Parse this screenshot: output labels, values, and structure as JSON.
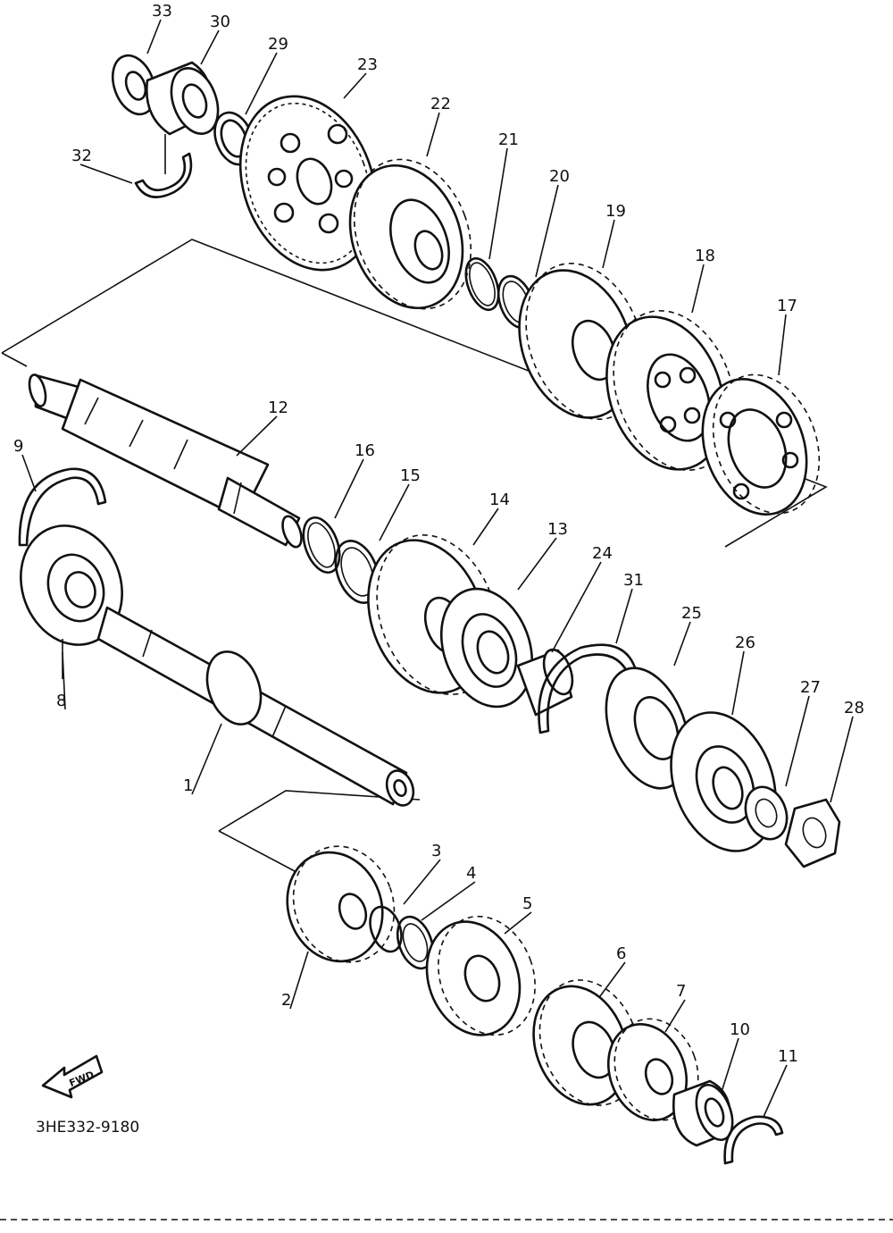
{
  "diagram": {
    "drawing_code": "3HE332-9180",
    "direction_badge": "FWD",
    "parts": [
      {
        "label": "33"
      },
      {
        "label": "30"
      },
      {
        "label": "29"
      },
      {
        "label": "23"
      },
      {
        "label": "22"
      },
      {
        "label": "32"
      },
      {
        "label": "21"
      },
      {
        "label": "20"
      },
      {
        "label": "19"
      },
      {
        "label": "18"
      },
      {
        "label": "17"
      },
      {
        "label": "12"
      },
      {
        "label": "9"
      },
      {
        "label": "16"
      },
      {
        "label": "15"
      },
      {
        "label": "14"
      },
      {
        "label": "13"
      },
      {
        "label": "24"
      },
      {
        "label": "31"
      },
      {
        "label": "25"
      },
      {
        "label": "26"
      },
      {
        "label": "27"
      },
      {
        "label": "28"
      },
      {
        "label": "8"
      },
      {
        "label": "1"
      },
      {
        "label": "3"
      },
      {
        "label": "4"
      },
      {
        "label": "5"
      },
      {
        "label": "2"
      },
      {
        "label": "6"
      },
      {
        "label": "7"
      },
      {
        "label": "10"
      },
      {
        "label": "11"
      }
    ]
  }
}
